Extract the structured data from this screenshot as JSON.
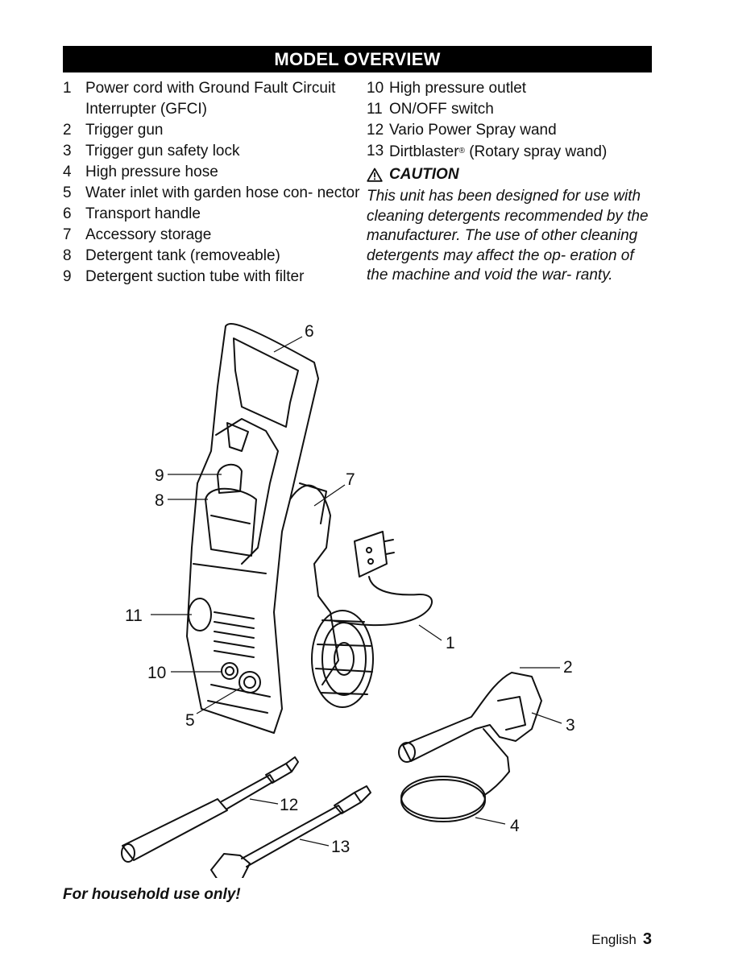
{
  "header": {
    "title": "MODEL OVERVIEW"
  },
  "parts_left": [
    {
      "num": "1",
      "text": "Power cord with Ground Fault Circuit Interrupter (GFCI)"
    },
    {
      "num": "2",
      "text": "Trigger gun"
    },
    {
      "num": "3",
      "text": "Trigger gun safety lock"
    },
    {
      "num": "4",
      "text": "High pressure hose"
    },
    {
      "num": "5",
      "text": "Water inlet with garden hose con- nector"
    },
    {
      "num": "6",
      "text": "Transport handle"
    },
    {
      "num": "7",
      "text": "Accessory storage"
    },
    {
      "num": "8",
      "text": "Detergent tank (removeable)"
    },
    {
      "num": "9",
      "text": "Detergent suction tube with filter"
    }
  ],
  "parts_right": [
    {
      "num": "10",
      "text": "High pressure outlet"
    },
    {
      "num": "11",
      "text": "ON/OFF switch"
    },
    {
      "num": "12",
      "text": "Vario Power Spray wand"
    },
    {
      "num": "13",
      "text": "Dirtblaster",
      "reg": "®",
      "suffix": " (Rotary spray wand)"
    }
  ],
  "caution": {
    "title": "CAUTION",
    "text": "This unit has been designed for use with cleaning detergents recommended by the manufacturer. The use of other cleaning detergents may affect the op- eration of the machine and void the war- ranty."
  },
  "callouts": {
    "c1": "1",
    "c2": "2",
    "c3": "3",
    "c4": "4",
    "c5": "5",
    "c6": "6",
    "c7": "7",
    "c8": "8",
    "c9": "9",
    "c10": "10",
    "c11": "11",
    "c12": "12",
    "c13": "13"
  },
  "footnote": "For household use only!",
  "footer": {
    "language": "English",
    "page": "3"
  }
}
